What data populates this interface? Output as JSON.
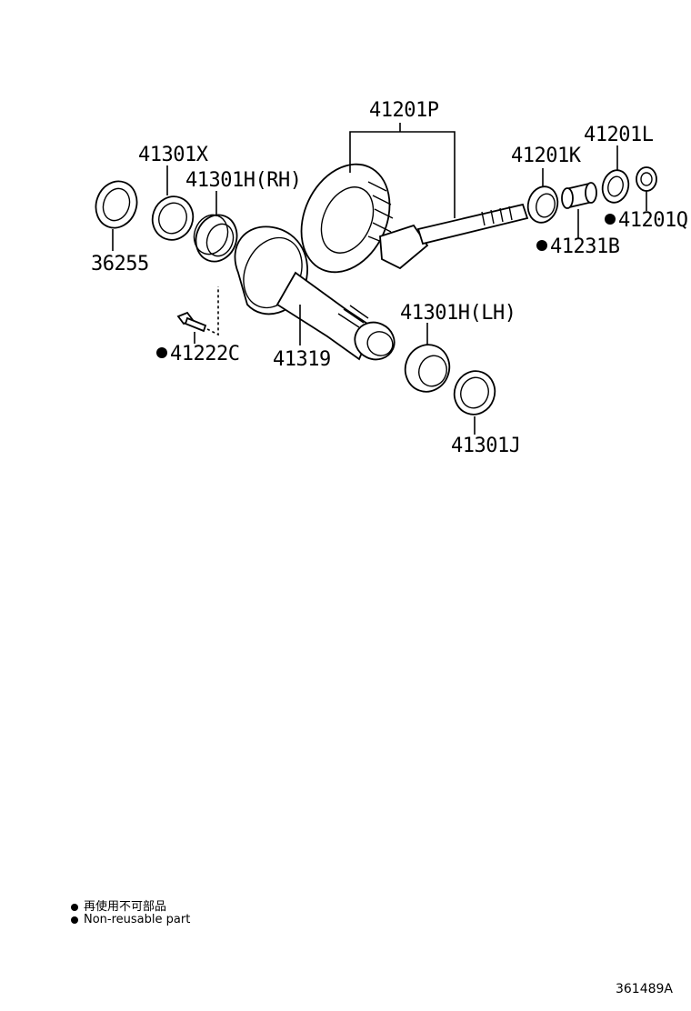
{
  "labels": {
    "p41201P": "41201P",
    "p41201L": "41201L",
    "p41201K": "41201K",
    "p41201Q": "41201Q",
    "p41231B": "41231B",
    "p41301X": "41301X",
    "p41301H_RH": "41301H(RH)",
    "p36255": "36255",
    "p41222C": "41222C",
    "p41319": "41319",
    "p41301H_LH": "41301H(LH)",
    "p41301J": "41301J"
  },
  "legend": {
    "line1": "再使用不可部品",
    "line2": "Non-reusable part"
  },
  "illustration_code": "361489A"
}
